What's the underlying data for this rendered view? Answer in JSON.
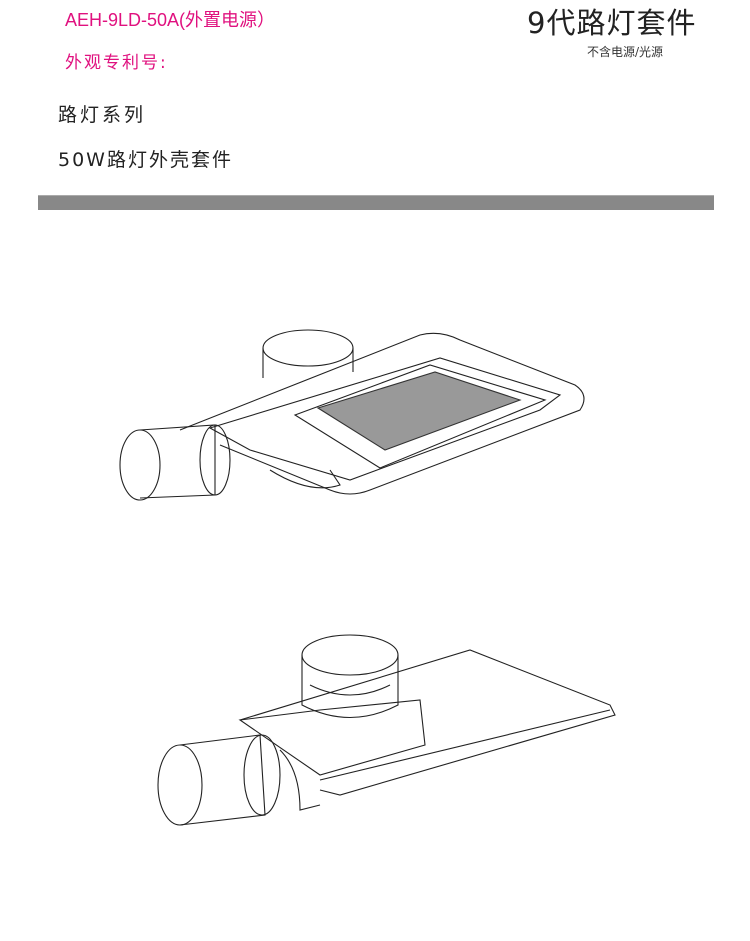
{
  "header": {
    "model": "AEH-9LD-50A(外置电源）",
    "patent_label": "外观专利号:",
    "title": "9代路灯套件",
    "note": "不含电源/光源",
    "series": "路灯系列",
    "product": "50W路灯外壳套件"
  },
  "colors": {
    "accent": "#e0117f",
    "divider": "#888888"
  },
  "figures": [
    "street-light-bottom-view",
    "street-light-top-view"
  ]
}
